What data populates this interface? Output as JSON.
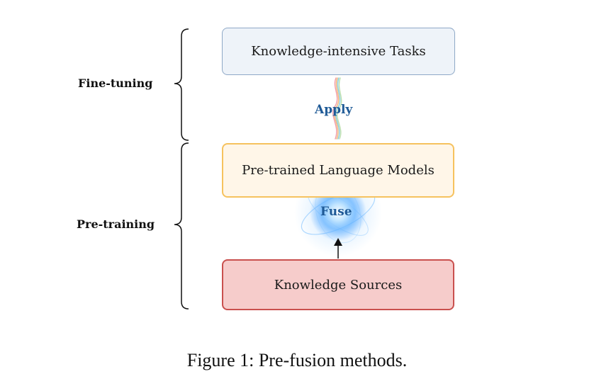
{
  "stages": {
    "fine_tuning": "Fine-tuning",
    "pre_training": "Pre-training"
  },
  "boxes": {
    "tasks": "Knowledge-intensive Tasks",
    "plm": "Pre-trained Language Models",
    "sources": "Knowledge Sources"
  },
  "operations": {
    "apply": "Apply",
    "fuse": "Fuse"
  },
  "caption": "Figure 1: Pre-fusion methods.",
  "colors": {
    "tasks_fill": "#eef3f9",
    "tasks_border": "#8fa9c7",
    "plm_fill": "#fff6e8",
    "plm_border": "#f6c25e",
    "sources_fill": "#f6cccb",
    "sources_border": "#c9504e",
    "operation_text": "#1f5a96",
    "fuse_glow": "#6fb8ff"
  }
}
